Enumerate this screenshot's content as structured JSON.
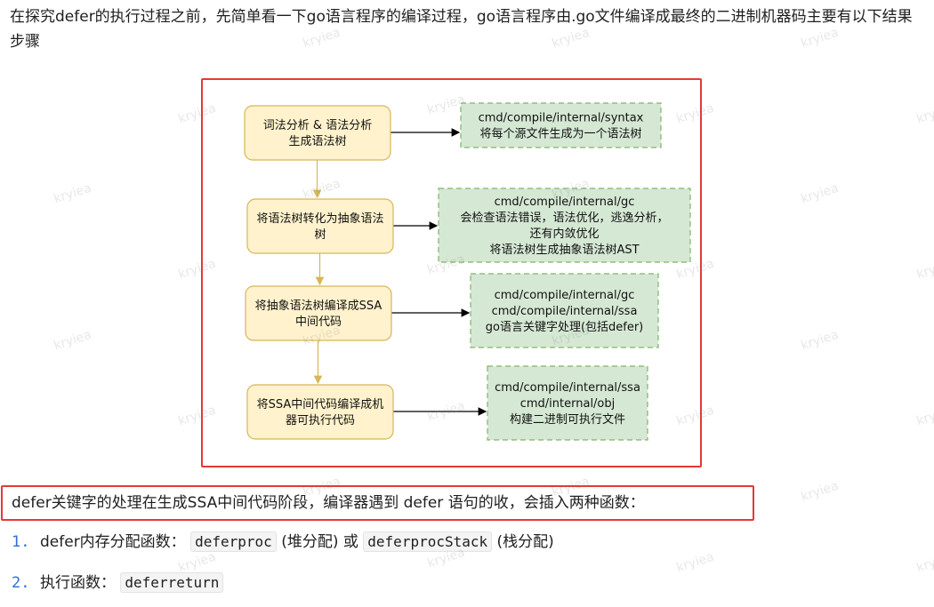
{
  "intro_text": "在探究defer的执行过程之前，先简单看一下go语言程序的编译过程，go语言程序由.go文件编译成最终的二进制机器码主要有以下结果步骤",
  "diagram": {
    "stages": [
      {
        "lines": [
          "词法分析 & 语法分析",
          "生成语法树"
        ]
      },
      {
        "lines": [
          "将语法树转化为抽象语法",
          "树"
        ]
      },
      {
        "lines": [
          "将抽象语法树编译成SSA",
          "中间代码"
        ]
      },
      {
        "lines": [
          "将SSA中间代码编译成机",
          "器可执行代码"
        ]
      }
    ],
    "notes": [
      {
        "lines": [
          "cmd/compile/internal/syntax",
          "将每个源文件生成为一个语法树"
        ]
      },
      {
        "lines": [
          "cmd/compile/internal/gc",
          "会检查语法错误，语法优化，逃逸分析，",
          "还有内敛优化",
          "将语法树生成抽象语法树AST"
        ]
      },
      {
        "lines": [
          "cmd/compile/internal/gc",
          "cmd/compile/internal/ssa",
          "go语言关键字处理(包括defer)"
        ]
      },
      {
        "lines": [
          "cmd/compile/internal/ssa",
          "cmd/internal/obj",
          "构建二进制可执行文件"
        ]
      }
    ],
    "colors": {
      "stage_fill": "#fff2cc",
      "stage_stroke": "#d6b656",
      "note_fill": "#d5e8d4",
      "note_stroke": "#82b366",
      "arrow_down": "#d6b656",
      "arrow_right": "#000000"
    }
  },
  "callout_text": "defer关键字的处理在生成SSA中间代码阶段，编译器遇到 defer 语句的收，会插入两种函数：",
  "list": {
    "item1": {
      "num": "1.",
      "prefix": "defer内存分配函数：",
      "code1": "deferproc",
      "mid": "(堆分配) 或",
      "code2": "deferprocStack",
      "suffix": "(栈分配)"
    },
    "item2": {
      "num": "2.",
      "prefix": "执行函数：",
      "code1": "deferreturn"
    }
  },
  "watermark": "kryiea"
}
